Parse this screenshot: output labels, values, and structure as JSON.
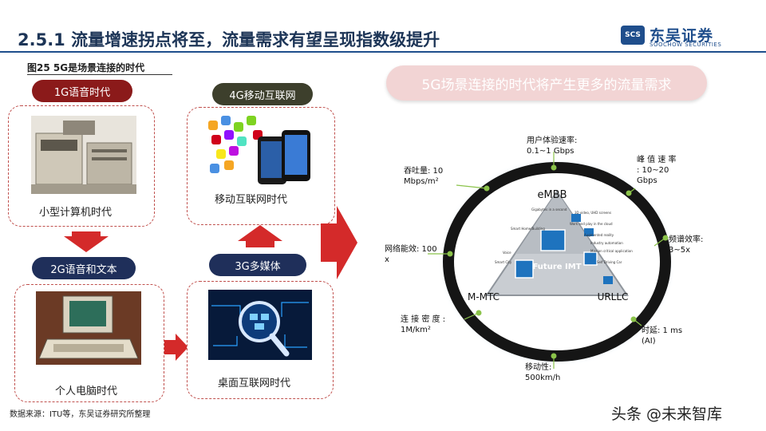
{
  "header": {
    "title": "2.5.1 流量增速拐点将至，流量需求有望呈现指数级提升",
    "logo_cn": "东吴证券",
    "logo_en": "SOOCHOW SECURITIES",
    "logo_mark": "SCS"
  },
  "figure": {
    "caption": "图25 5G是场景连接的时代"
  },
  "eras": [
    {
      "pill": "1G语音时代",
      "label": "小型计算机时代"
    },
    {
      "pill": "2G语音和文本",
      "label": "个人电脑时代"
    },
    {
      "pill": "3G多媒体",
      "label": "桌面互联网时代"
    },
    {
      "pill": "4G移动互联网",
      "label": "移动互联网时代"
    }
  ],
  "banner": "5G场景连接的时代将产生更多的流量需求",
  "diagram": {
    "center_label": "Future IMT",
    "corners": [
      "eMBB",
      "M-MTC",
      "URLLC"
    ],
    "kpis": {
      "user_rate": [
        "用户体验速率:",
        "0.1~1  Gbps"
      ],
      "peak_rate": [
        "峰 值 速 率",
        ": 10~20",
        "Gbps"
      ],
      "throughput": [
        "吞吐量: 10",
        "Mbps/m²"
      ],
      "spectrum": [
        "频谱效率:",
        "3~5x"
      ],
      "energy": [
        "网络能效: 100",
        "x"
      ],
      "density": [
        "连 接 密 度 :",
        "1M/km²"
      ],
      "latency": [
        "时延: 1 ms",
        "(AI)"
      ],
      "mobility": [
        "移动性:",
        "500km/h"
      ]
    },
    "usage_labels": [
      "Gigabytes in a second",
      "3D video, UHD screens",
      "Work and play in the cloud",
      "Smart Home/Building",
      "Augmented reality",
      "Industry automation",
      "Voice",
      "Mission critical application",
      "Smart City",
      "Self Driving Car"
    ]
  },
  "footer": {
    "source": "数据来源：ITU等，东吴证券研究所整理",
    "watermark": "头条 @未来智库"
  },
  "colors": {
    "accent_red": "#c0392b",
    "navy": "#1f4e8c",
    "ring": "#151515",
    "connector": "#8bc34a"
  }
}
